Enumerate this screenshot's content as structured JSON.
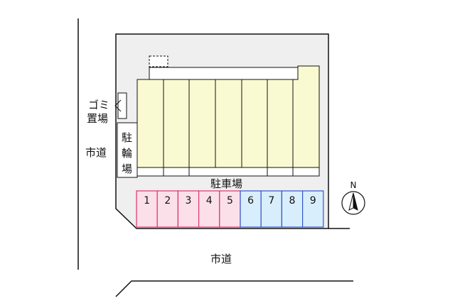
{
  "labels": {
    "road_west": "市道",
    "road_south": "市道",
    "garbage_line1": "ゴミ",
    "garbage_line2": "置場",
    "bicycle_chars": [
      "駐",
      "輪",
      "場"
    ],
    "parking": "駐車場",
    "north": "N"
  },
  "parking_spaces": [
    {
      "number": "1",
      "group": "pink"
    },
    {
      "number": "2",
      "group": "pink"
    },
    {
      "number": "3",
      "group": "pink"
    },
    {
      "number": "4",
      "group": "pink"
    },
    {
      "number": "5",
      "group": "pink"
    },
    {
      "number": "6",
      "group": "blue"
    },
    {
      "number": "7",
      "group": "blue"
    },
    {
      "number": "8",
      "group": "blue"
    },
    {
      "number": "9",
      "group": "blue"
    }
  ],
  "building_units": 7,
  "colors": {
    "lot": "#efefef",
    "building": "#fafad2",
    "pink_fill": "#fbe0ea",
    "pink_stroke": "#e0316e",
    "blue_fill": "#d9eefc",
    "blue_stroke": "#3355cc",
    "line": "#111111"
  }
}
